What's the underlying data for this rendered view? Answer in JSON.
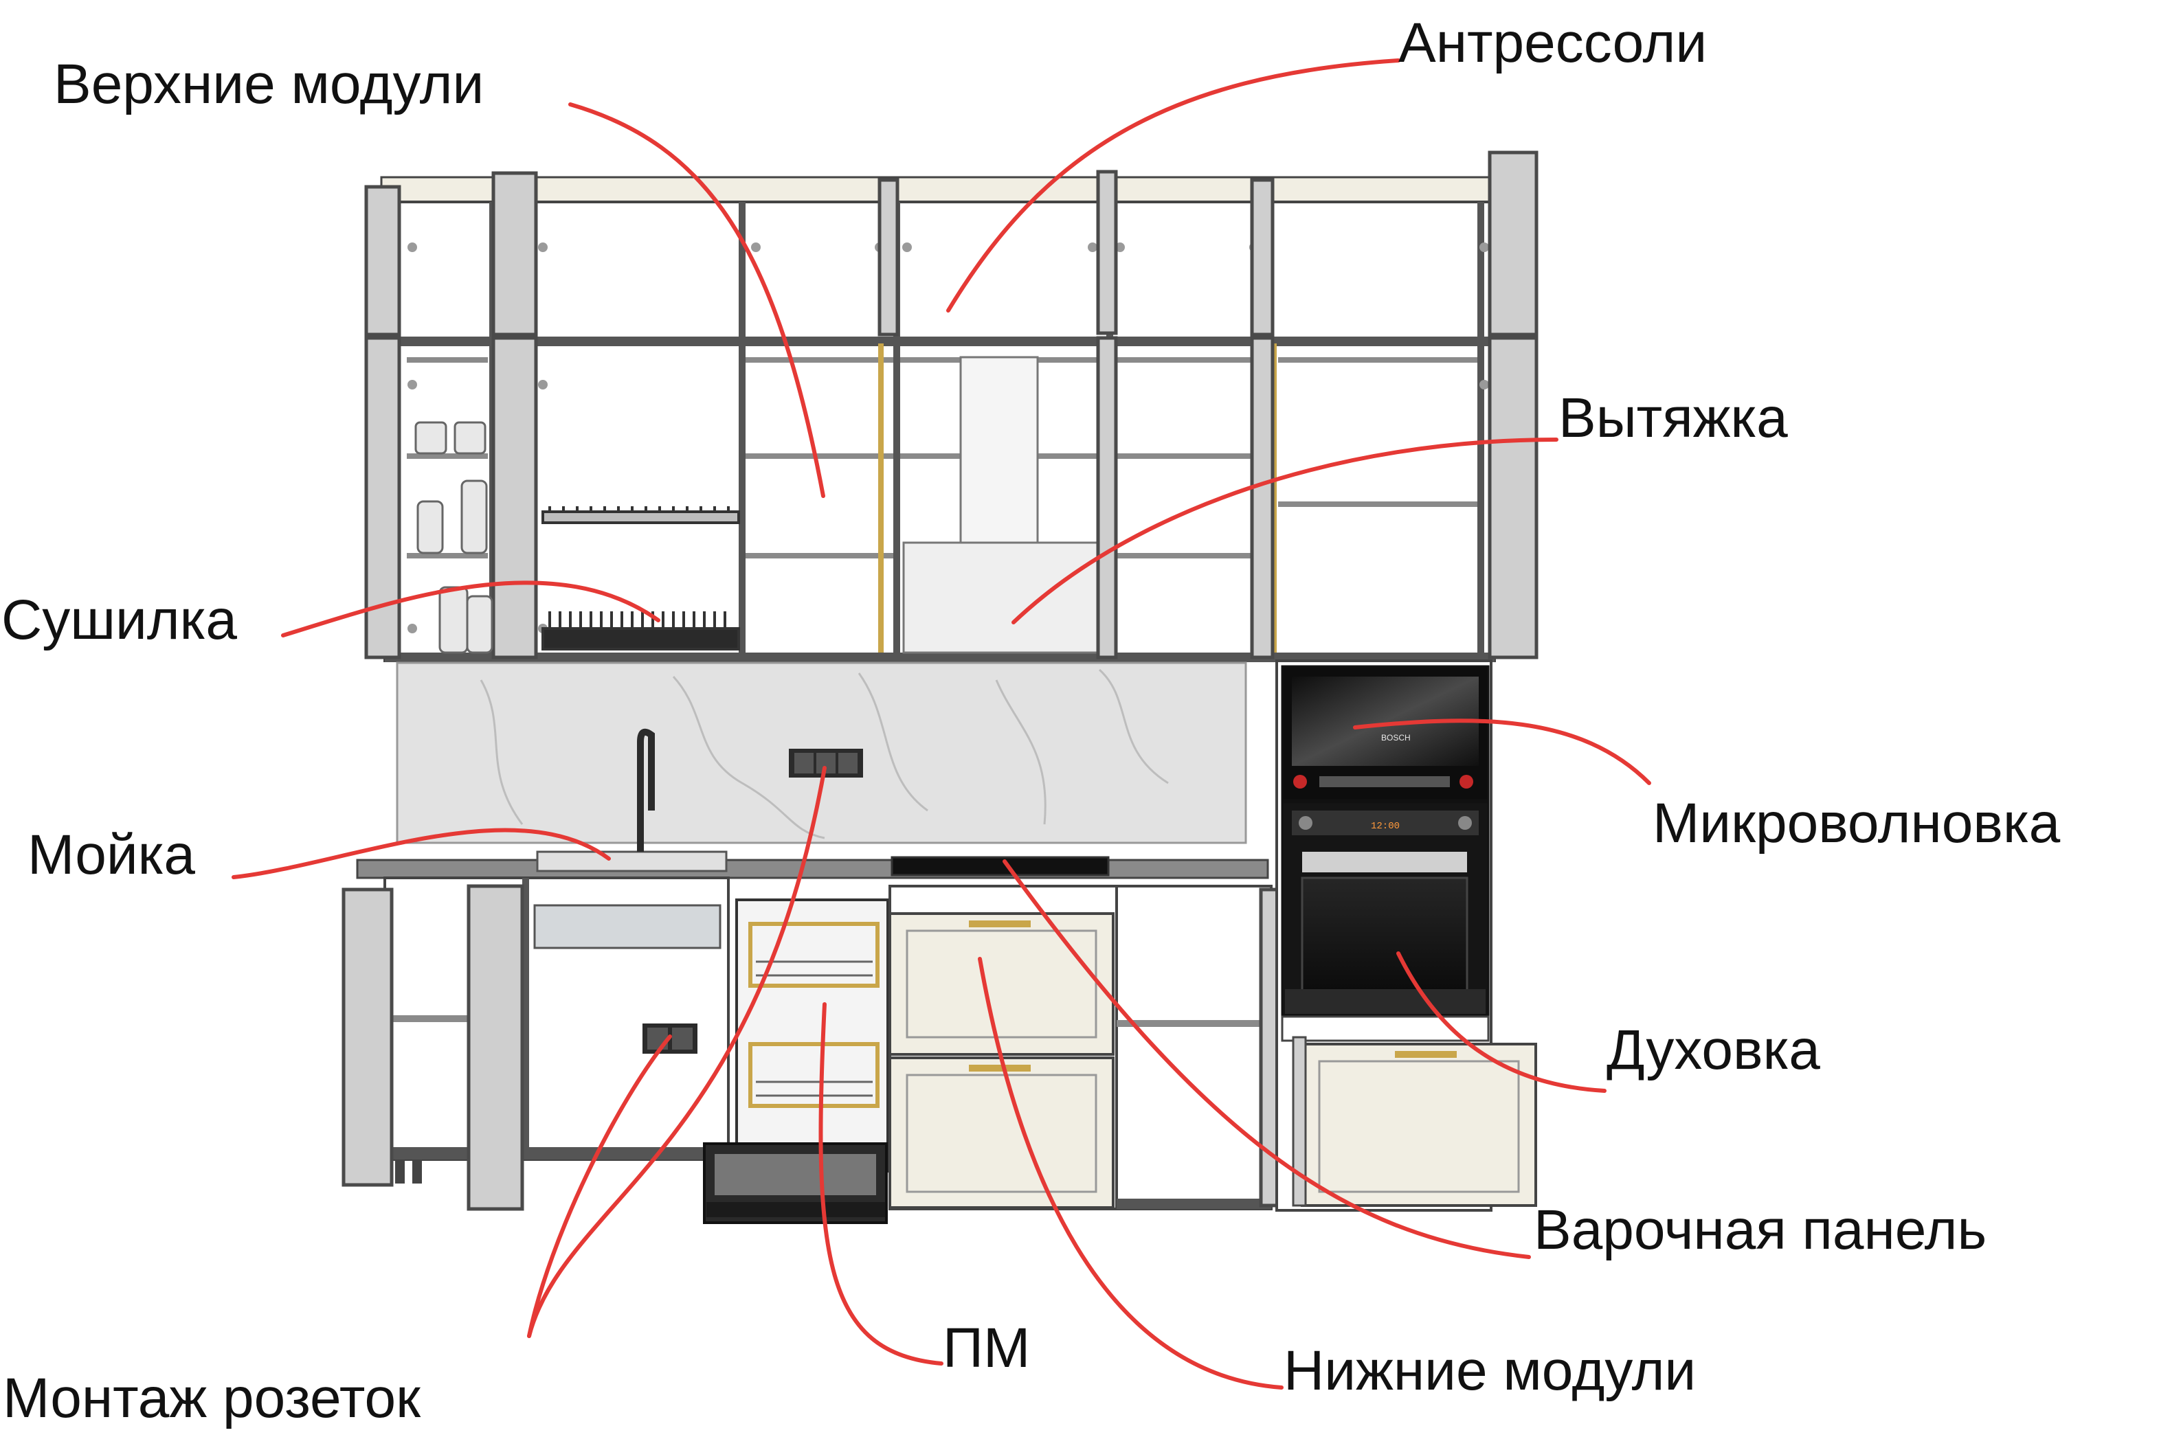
{
  "labels": {
    "upper_modules": "Верхние модули",
    "mezzanines": "Антрессоли",
    "hood": "Вытяжка",
    "dryer": "Сушилка",
    "sink": "Мойка",
    "microwave": "Микроволновка",
    "oven": "Духовка",
    "hob": "Варочная панель",
    "dishwasher": "ПМ",
    "lower_modules": "Нижние модули",
    "sockets": "Монтаж розеток"
  },
  "colors": {
    "leader": "#e53935",
    "cabinet_frame": "#5f5f5f",
    "cabinet_interior": "#ffffff",
    "front_cream": "#f1eee3",
    "backsplash": "#e2e2e2",
    "appliance": "#1d1d1d",
    "brass": "#c9a64a"
  },
  "appliance_text": {
    "microwave_brand": "BOSCH",
    "oven_clock": "12:00"
  }
}
